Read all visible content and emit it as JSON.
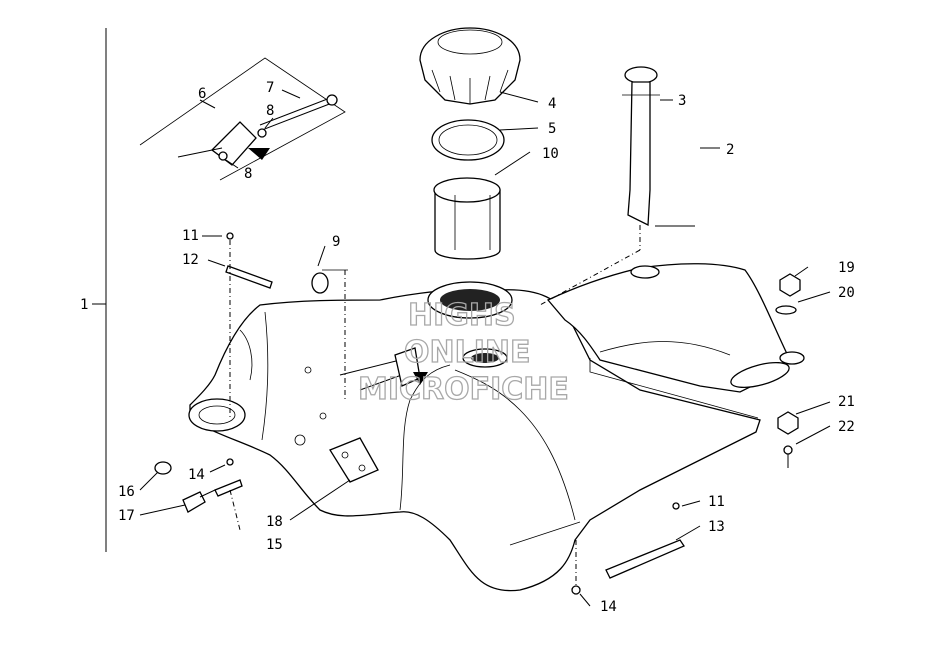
{
  "callouts": {
    "c1": "1",
    "c2": "2",
    "c3": "3",
    "c4": "4",
    "c5": "5",
    "c6": "6",
    "c7": "7",
    "c8a": "8",
    "c8b": "8",
    "c9": "9",
    "c10": "10",
    "c11a": "11",
    "c11b": "11",
    "c12": "12",
    "c13": "13",
    "c14a": "14",
    "c14b": "14",
    "c15": "15",
    "c16": "16",
    "c17": "17",
    "c18": "18",
    "c19": "19",
    "c20": "20",
    "c21": "21",
    "c22": "22"
  },
  "watermark": {
    "line1": "HIGHS",
    "line2": "ONLINE",
    "line3": "MICROFICHE"
  }
}
